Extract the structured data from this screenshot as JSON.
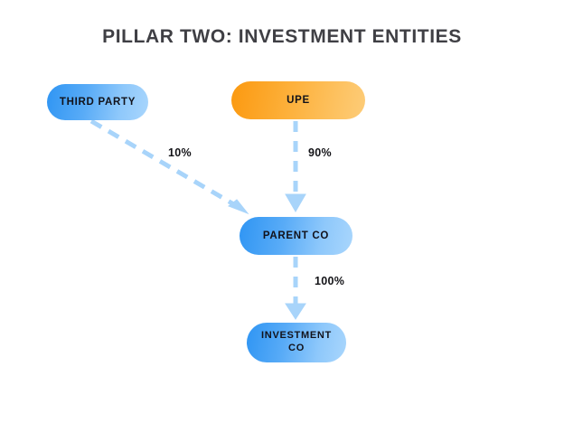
{
  "diagram": {
    "title": "PILLAR TWO: INVESTMENT ENTITIES",
    "background_color": "#ffffff",
    "title_color": "#3f3f44",
    "edge_color": "#a8d4fa",
    "nodes": [
      {
        "id": "third_party",
        "label": "THIRD PARTY",
        "fill_from": "#2f95f3",
        "fill_to": "#a9d6fc"
      },
      {
        "id": "upe",
        "label": "UPE",
        "fill_from": "#fb9910",
        "fill_to": "#fdcc78"
      },
      {
        "id": "parent_co",
        "label": "PARENT CO",
        "fill_from": "#2f95f3",
        "fill_to": "#a9d6fc"
      },
      {
        "id": "investment_co",
        "label_line1": "INVESTMENT",
        "label_line2": "CO",
        "fill_from": "#2f95f3",
        "fill_to": "#a9d6fc"
      }
    ],
    "edges": [
      {
        "id": "third_party_to_parent_co",
        "from": "third_party",
        "to": "parent_co",
        "label": "10%",
        "style": "dashed"
      },
      {
        "id": "upe_to_parent_co",
        "from": "upe",
        "to": "parent_co",
        "label": "90%",
        "style": "dashed"
      },
      {
        "id": "parent_co_to_investment",
        "from": "parent_co",
        "to": "investment_co",
        "label": "100%",
        "style": "dashed"
      }
    ]
  }
}
